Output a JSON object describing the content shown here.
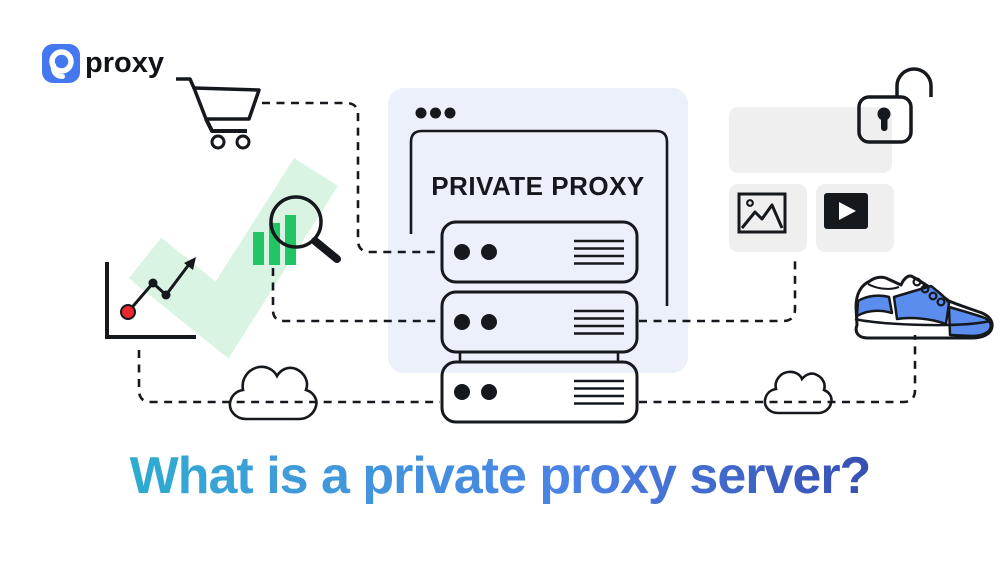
{
  "logo": {
    "brand": "proxy",
    "mark": "9proxy-mark"
  },
  "panel": {
    "title": "PRIVATE PROXY"
  },
  "heading": {
    "text": "What is a private proxy server?"
  },
  "colors": {
    "panel_bg": "#ECF0FB",
    "check_green": "#D9F4E2",
    "bar_green": "#21C563",
    "logo_blue": "#4478F0",
    "sneaker_blue": "#5B8DEF",
    "placeholder_gray": "#EFEFEF",
    "ink": "#15181d",
    "dot_red": "#E8272C",
    "title_grad_1": "#1CB9C8",
    "title_grad_2": "#4A82E4",
    "title_grad_3": "#2F3C9E"
  },
  "icons": [
    "9proxy-logo-icon",
    "shopping-cart-icon",
    "checkmark-icon",
    "growth-chart-icon",
    "bar-chart-icon",
    "magnifier-icon",
    "browser-window-icon",
    "window-dots-icon",
    "server-icon",
    "cloud-icon",
    "open-padlock-icon",
    "image-placeholder-icon",
    "video-player-icon",
    "sneaker-icon",
    "dashed-connector"
  ]
}
